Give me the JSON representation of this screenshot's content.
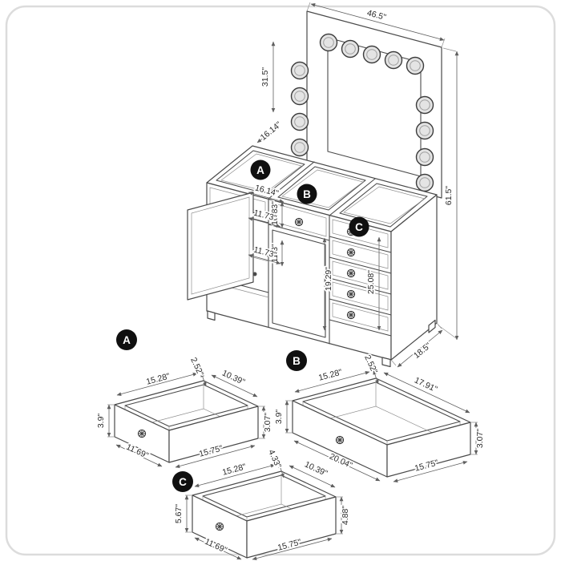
{
  "colors": {
    "line": "#4a4a4a",
    "dim_text": "#2b2b2b",
    "marker_background": "#101010",
    "marker_text": "#ffffff",
    "frame_border": "#dcdcdc"
  },
  "main_view": {
    "mirror_width": "46.5\"",
    "mirror_height": "31.5\"",
    "overall_height": "61.5\"",
    "overall_depth": "18.5\"",
    "top_depth": "16.14\"",
    "interior": {
      "opening_width": "16.14\"",
      "upper_height": "10.83\"",
      "upper_shelf_width": "11.73\"",
      "lower_height": "11.3\"",
      "lower_shelf_width": "11.73\"",
      "knee_space_height": "19.29\"",
      "drawer_stack_height": "25.08\""
    },
    "markers": {
      "a": "A",
      "b": "B",
      "c": "C"
    }
  },
  "drawer_details": [
    {
      "marker": "A",
      "rim_depth": "2.52\"",
      "inner_depth": "10.39\"",
      "inner_width": "15.28\"",
      "front_height": "3.9\"",
      "back_height": "3.07\"",
      "outer_depth": "11.69\"",
      "outer_width": "15.75\""
    },
    {
      "marker": "B",
      "rim_depth": "2.52\"",
      "inner_depth": "17.91\"",
      "inner_width": "15.28\"",
      "front_height": "3.9\"",
      "back_height": "3.07\"",
      "outer_depth": "20.04\"",
      "outer_width": "15.75\""
    },
    {
      "marker": "C",
      "rim_depth": "4.33\"",
      "inner_depth": "10.39\"",
      "inner_width": "15.28\"",
      "front_height": "5.67\"",
      "back_height": "4.88\"",
      "outer_depth": "11.69\"",
      "outer_width": "15.75\""
    }
  ]
}
